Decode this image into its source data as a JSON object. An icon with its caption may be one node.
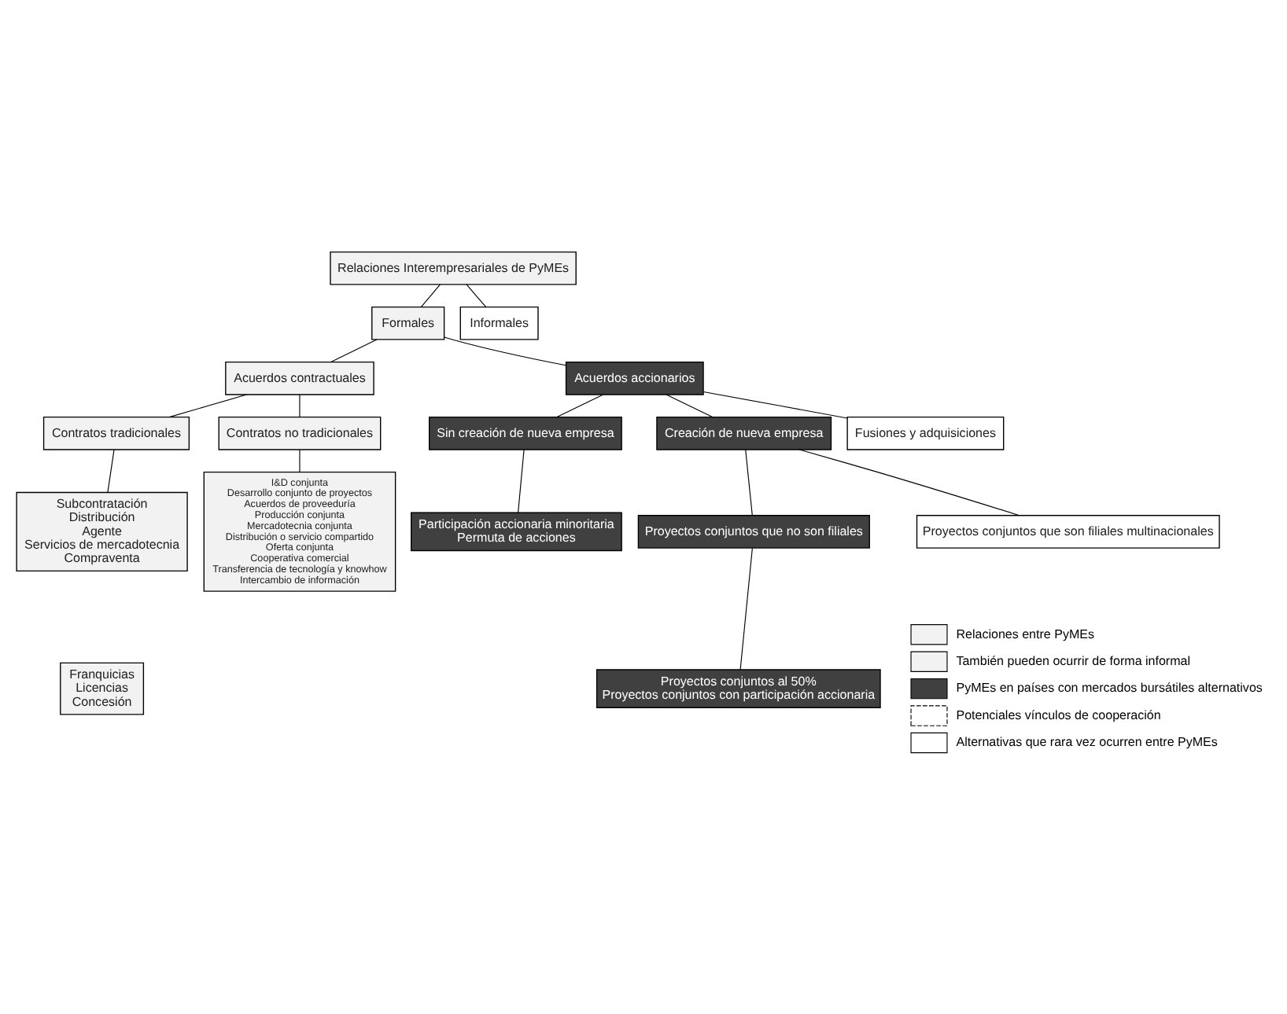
{
  "diagram": {
    "nodes": [
      {
        "text": [
          "Relaciones Interempresariales de PyMEs"
        ]
      },
      {
        "text": [
          "Formales"
        ]
      },
      {
        "text": [
          "Informales"
        ]
      },
      {
        "text": [
          "Acuerdos contractuales"
        ]
      },
      {
        "text": [
          "Acuerdos accionarios"
        ]
      },
      {
        "text": [
          "Contratos tradicionales"
        ]
      },
      {
        "text": [
          "Contratos no tradicionales"
        ]
      },
      {
        "text": [
          "Sin creación de nueva empresa"
        ]
      },
      {
        "text": [
          "Creación de nueva empresa"
        ]
      },
      {
        "text": [
          "Fusiones y adquisiciones"
        ]
      },
      {
        "text": [
          "Subcontratación",
          "Distribución",
          "Agente",
          "Servicios de mercadotecnia",
          "Compraventa"
        ]
      },
      {
        "text": [
          "Franquicias",
          "Licencias",
          "Concesión"
        ]
      },
      {
        "text": [
          "I&D conjunta",
          "Desarrollo conjunto de proyectos",
          "Acuerdos de proveeduría",
          "Producción conjunta",
          "Mercadotecnia conjunta",
          "Distribución o servicio compartido",
          "Oferta conjunta",
          "Cooperativa comercial",
          "Transferencia de tecnología y knowhow",
          "Intercambio de información"
        ]
      },
      {
        "text": [
          "Participación accionaria minoritaria",
          "Permuta de acciones"
        ]
      },
      {
        "text": [
          "Proyectos conjuntos que no son filiales"
        ]
      },
      {
        "text": [
          "Proyectos conjuntos que son filiales multinacionales"
        ]
      },
      {
        "text": [
          "Proyectos conjuntos al 50%",
          "Proyectos conjuntos con participación accionaria"
        ]
      }
    ],
    "edges": [
      {
        "from": 0,
        "to": 1,
        "arrow": "none"
      },
      {
        "from": 0,
        "to": 2,
        "arrow": "none"
      },
      {
        "from": 1,
        "to": 3,
        "arrow": "none"
      },
      {
        "from": 1,
        "to": 4,
        "arrow": "none"
      },
      {
        "from": 3,
        "to": 5,
        "arrow": "none"
      },
      {
        "from": 3,
        "to": 6,
        "arrow": "none"
      },
      {
        "from": 4,
        "to": 7,
        "arrow": "none"
      },
      {
        "from": 4,
        "to": 8,
        "arrow": "none"
      },
      {
        "from": 4,
        "to": 9,
        "arrow": "none"
      },
      {
        "from": 5,
        "to": 10,
        "arrow": "none"
      },
      {
        "from": 6,
        "to": 12,
        "arrow": "none"
      },
      {
        "from": 7,
        "to": 13,
        "arrow": "none"
      },
      {
        "from": 8,
        "to": 14,
        "arrow": "none"
      },
      {
        "from": 8,
        "to": 15,
        "arrow": "none"
      },
      {
        "from": 14,
        "to": 16,
        "arrow": "none"
      }
    ],
    "legend": [
      {
        "text": "Relaciones entre PyMEs",
        "color": "#f2f2f2"
      },
      {
        "text": "También pueden ocurrir de forma informal",
        "color": "#f2f2f2"
      },
      {
        "text": "PyMEs en países con mercados bursátiles alternativos",
        "color": "#404040"
      },
      {
        "text": "Potenciales vínculos de cooperación"
      },
      {
        "text": "Alternativas que rara vez ocurren entre PyMEs",
        "color": "#ffffff"
      }
    ]
  }
}
